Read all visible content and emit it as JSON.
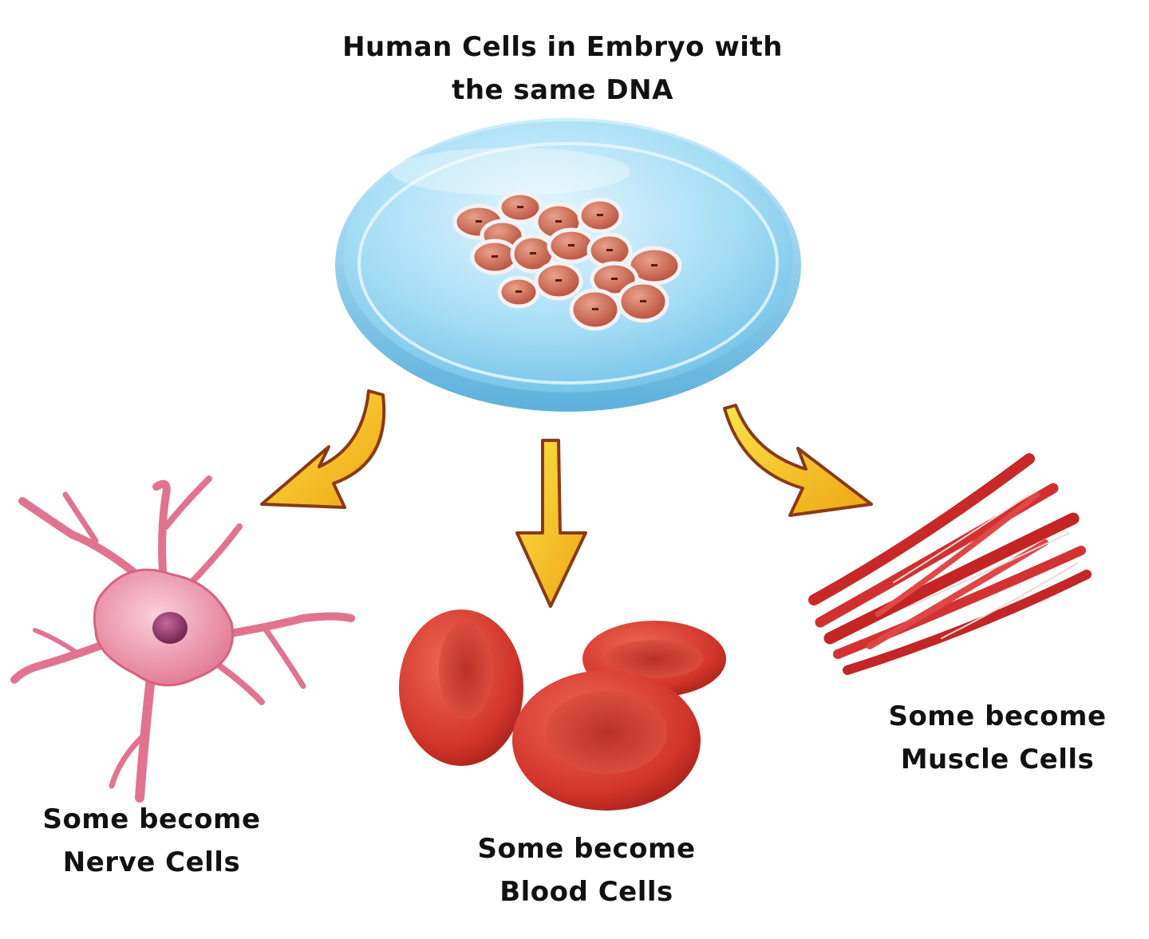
{
  "title": {
    "line1": "Human Cells in Embryo with",
    "line2": "the same DNA"
  },
  "nerve": {
    "line1": "Some become",
    "line2": "Nerve Cells"
  },
  "blood": {
    "line1": "Some become",
    "line2": "Blood Cells"
  },
  "muscle": {
    "line1": "Some become",
    "line2": "Muscle Cells"
  },
  "colors": {
    "dish": "#8fd3f0",
    "dish_rim": "#5fb4dc",
    "embryo_cell": "#c9604a",
    "nerve_cell": "#e57a94",
    "nerve_nucleus": "#8a2f5e",
    "blood_cell": "#d2362c",
    "muscle_fiber": "#cc2a2a",
    "arrow": "#f5c418",
    "arrow_edge": "#8a3a16"
  }
}
